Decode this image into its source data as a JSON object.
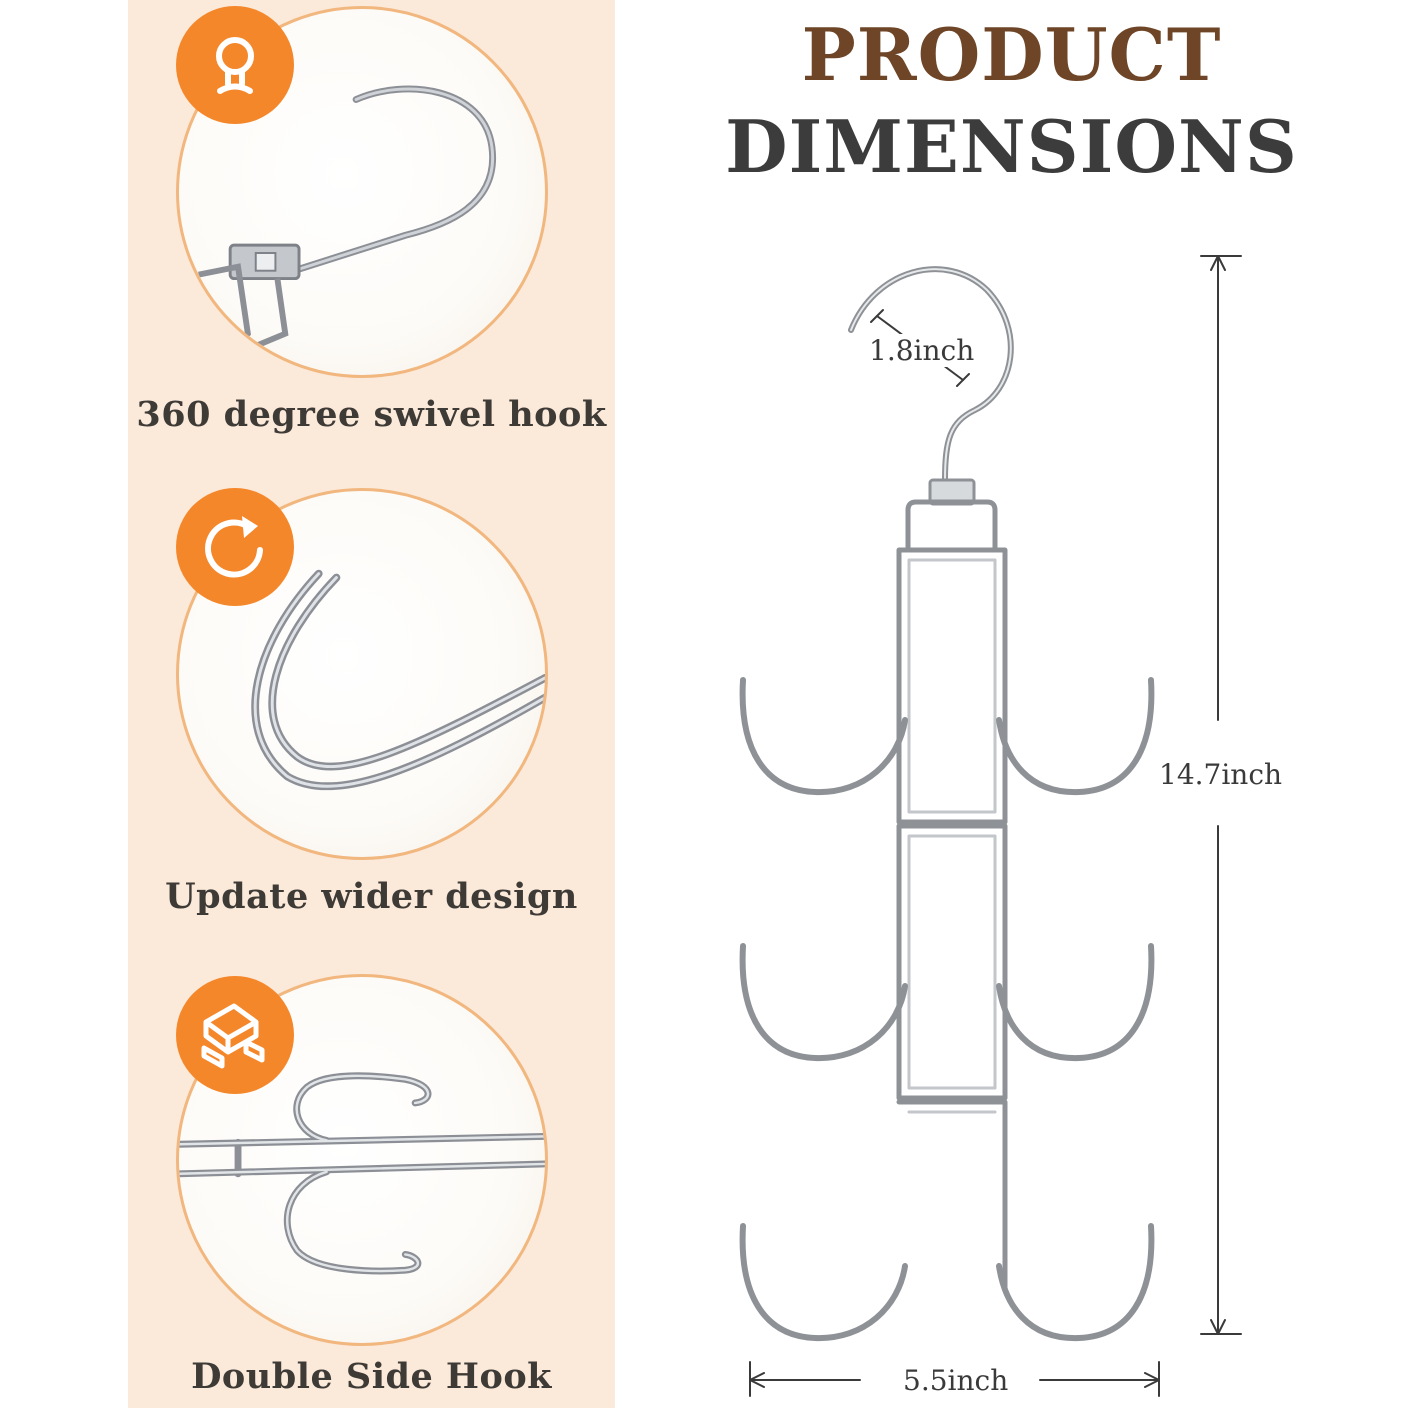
{
  "title": {
    "line1": "PRODUCT",
    "line2": "DIMENSIONS"
  },
  "features": [
    {
      "label": "360 degree swivel hook",
      "icon": "swivel-hook-icon"
    },
    {
      "label": "Update wider design",
      "icon": "rotate-arrow-icon"
    },
    {
      "label": "Double Side Hook",
      "icon": "metal-bars-icon"
    }
  ],
  "dimensions": {
    "hook_opening": "1.8inch",
    "height": "14.7inch",
    "width": "5.5inch"
  },
  "colors": {
    "panel_background": "#fbe9da",
    "badge_orange": "#f5872b",
    "title_brown": "#6e4526",
    "title_dark": "#3c3c3c",
    "metal": "#9a9ea3"
  }
}
